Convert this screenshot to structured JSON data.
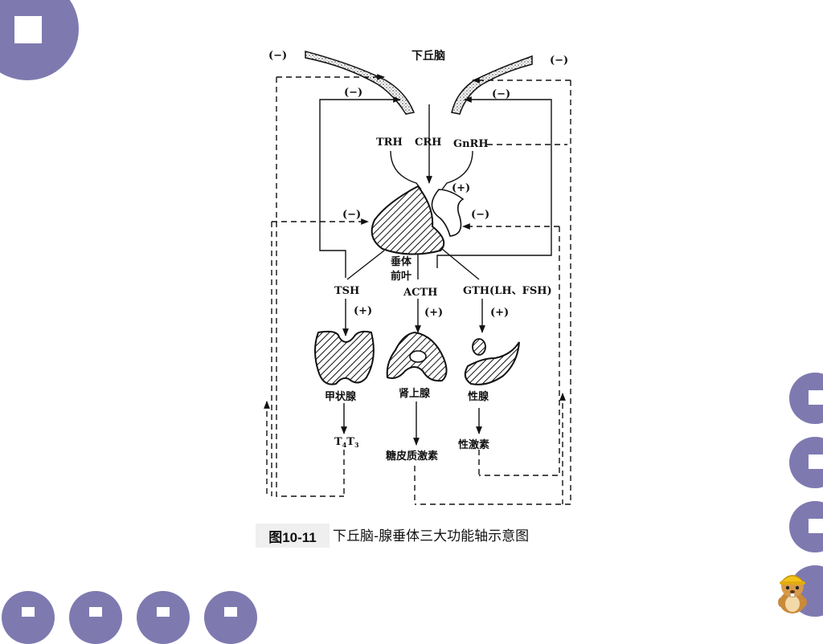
{
  "colors": {
    "accent": "#7e7ab0",
    "ink": "#111111",
    "caption_bg": "#efefef"
  },
  "icons": [
    "slide-square-icon",
    "beaver-mascot-icon"
  ],
  "diagram": {
    "hypothalamus": "下丘脑",
    "minus": "(−)",
    "plus": "(+)",
    "trh": "TRH",
    "crh": "CRH",
    "gnrh": "GnRH",
    "pituitary_line1": "垂体",
    "pituitary_line2": "前叶",
    "tsh": "TSH",
    "acth": "ACTH",
    "gth": "GTH(LH、FSH)",
    "thyroid": "甲状腺",
    "adrenal": "肾上腺",
    "gonad": "性腺",
    "t4": "T",
    "t4_sub": "4",
    "t3": "T",
    "t3_sub": "3",
    "glucocorticoid": "糖皮质激素",
    "sex_hormone": "性激素"
  },
  "caption": {
    "figure_number": "图10-11",
    "title": "下丘脑-腺垂体三大功能轴示意图"
  }
}
